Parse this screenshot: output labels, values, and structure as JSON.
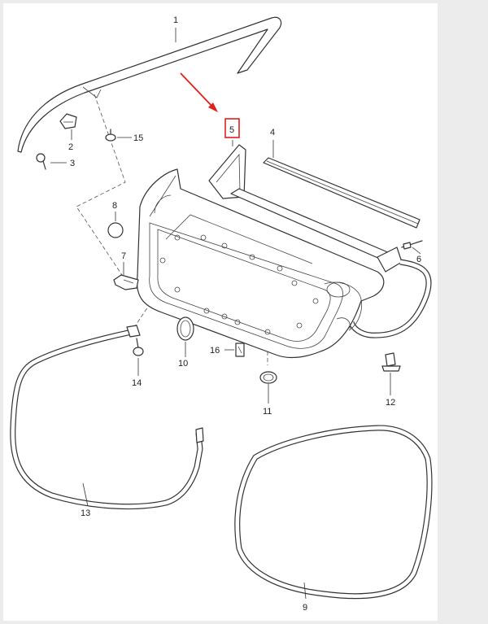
{
  "callouts": {
    "n1": "1",
    "n2": "2",
    "n3": "3",
    "n4": "4",
    "n5": "5",
    "n6": "6",
    "n7": "7",
    "n8": "8",
    "n9": "9",
    "n10": "10",
    "n11": "11",
    "n12": "12",
    "n13": "13",
    "n14": "14",
    "n15": "15",
    "n16": "16"
  },
  "highlight": {
    "color": "#e0201b",
    "target": "5"
  },
  "colors": {
    "line": "#333333",
    "background": "#ffffff",
    "frame": "#ececec"
  }
}
